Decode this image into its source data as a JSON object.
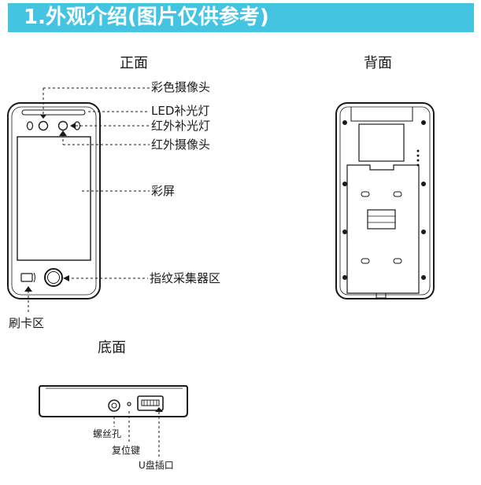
{
  "header": {
    "title": "1.外观介绍(图片仅供参考)",
    "bg_color": "#44c4e0"
  },
  "front": {
    "title": "正面",
    "labels": {
      "camera": "彩色摄像头",
      "led": "LED补光灯",
      "ir_led": "红外补光灯",
      "ir_camera": "红外摄像头",
      "screen": "彩屏",
      "fingerprint": "指纹采集器区",
      "card": "刷卡区"
    }
  },
  "back": {
    "title": "背面"
  },
  "bottom": {
    "title": "底面",
    "labels": {
      "screw": "螺丝孔",
      "reset": "复位键",
      "usb": "U盘插口"
    }
  }
}
